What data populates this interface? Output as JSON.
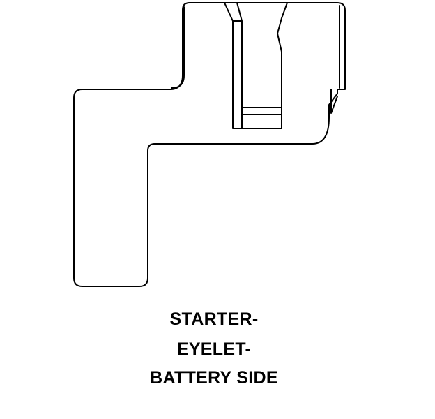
{
  "caption": {
    "line1": "STARTER-",
    "line2": "EYELET-",
    "line3": "BATTERY SIDE"
  },
  "colors": {
    "stroke": "#000000",
    "background": "#ffffff"
  }
}
